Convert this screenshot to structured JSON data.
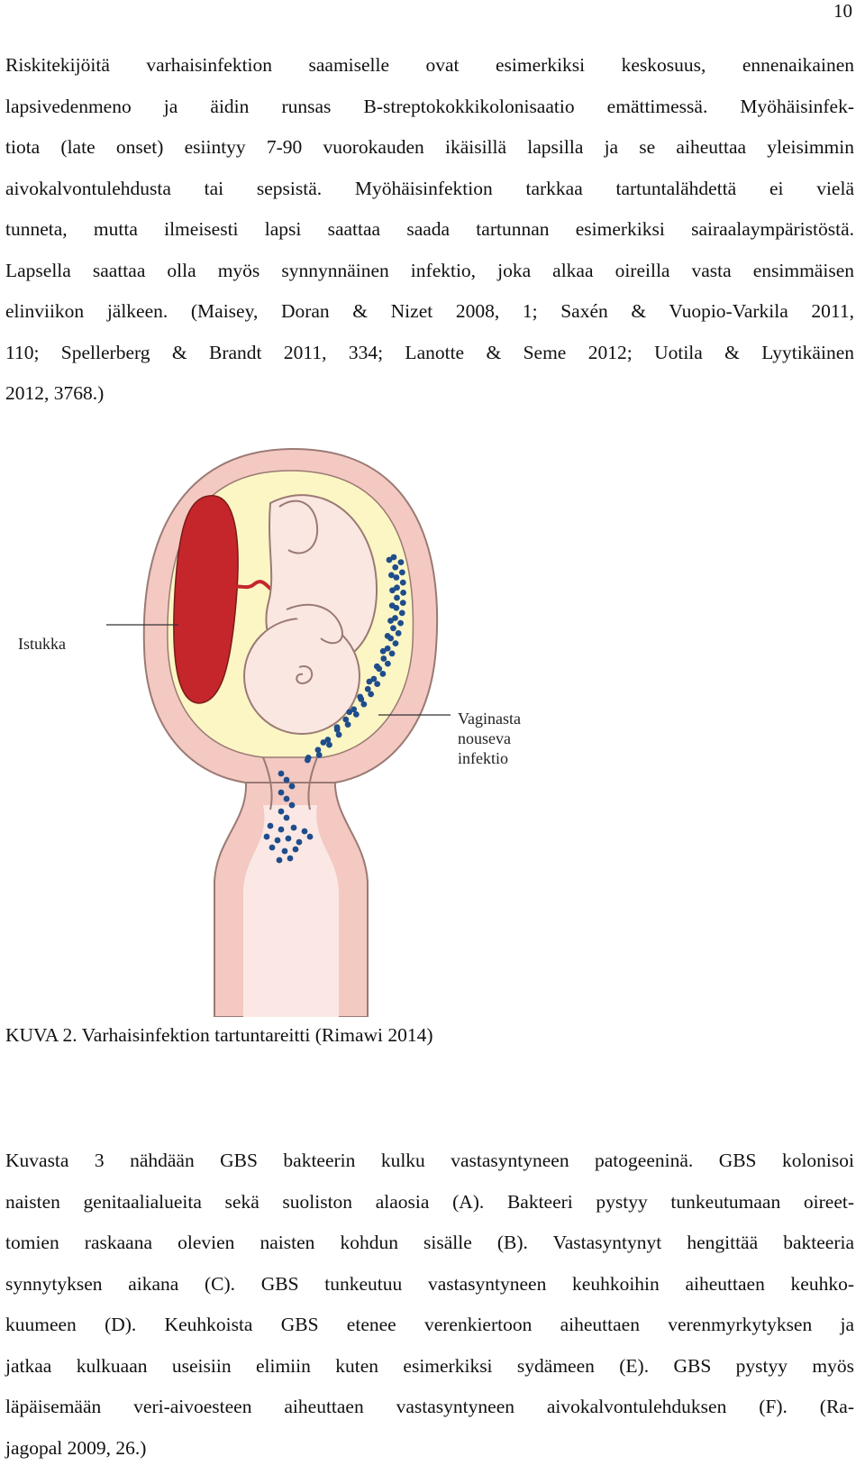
{
  "page_number": "10",
  "paragraph_1": {
    "lines": [
      "Riskitekijöitä varhaisinfektion saamiselle ovat esimerkiksi keskosuus, ennenaikainen",
      "lapsivedenmeno ja äidin runsas B-streptokokkikolonisaatio emättimessä. Myöhäisinfek-",
      "tiota (late onset) esiintyy 7-90 vuorokauden ikäisillä lapsilla ja se aiheuttaa yleisimmin",
      "aivokalvontulehdusta tai sepsistä. Myöhäisinfektion tarkkaa tartuntalähdettä ei vielä",
      "tunneta, mutta ilmeisesti lapsi saattaa saada tartunnan esimerkiksi sairaalaympäristöstä.",
      "Lapsella saattaa olla myös synnynnäinen infektio, joka alkaa oireilla vasta ensimmäisen",
      "elinviikon jälkeen. (Maisey, Doran & Nizet 2008, 1; Saxén & Vuopio-Varkila 2011,",
      "110; Spellerberg & Brandt 2011, 334; Lanotte & Seme 2012; Uotila & Lyytikäinen",
      "2012, 3768.)"
    ]
  },
  "figure": {
    "label_placenta": "Istukka",
    "label_infection": [
      "Vaginasta",
      "nouseva",
      "infektio"
    ],
    "colors": {
      "uterus_wall": "#f3c9c2",
      "uterus_outline": "#9a7a74",
      "amniotic_fluid": "#fbf6c4",
      "placenta": "#c5262b",
      "fetus": "#fbe7e2",
      "bacteria": "#1f4d8c"
    }
  },
  "caption": "KUVA 2. Varhaisinfektion tartuntareitti (Rimawi 2014)",
  "paragraph_2": {
    "lines": [
      "Kuvasta 3 nähdään GBS bakteerin kulku vastasyntyneen patogeeninä. GBS kolonisoi",
      "naisten genitaalialueita sekä suoliston alaosia (A). Bakteeri pystyy tunkeutumaan oireet-",
      "tomien raskaana olevien naisten kohdun sisälle (B). Vastasyntynyt hengittää bakteeria",
      "synnytyksen aikana (C). GBS tunkeutuu vastasyntyneen keuhkoihin aiheuttaen keuhko-",
      "kuumeen (D). Keuhkoista GBS etenee verenkiertoon aiheuttaen verenmyrkytyksen ja",
      "jatkaa kulkuaan useisiin elimiin kuten esimerkiksi sydämeen (E). GBS pystyy myös",
      "läpäisemään veri-aivoesteen aiheuttaen vastasyntyneen aivokalvontulehduksen (F). (Ra-",
      "jagopal 2009, 26.)"
    ]
  }
}
